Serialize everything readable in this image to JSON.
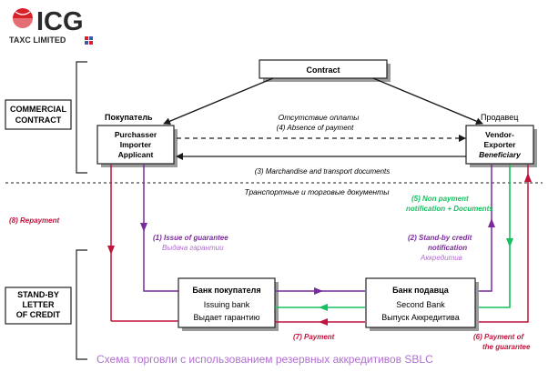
{
  "logo": {
    "name": "ICG",
    "sub": "TAXC LIMITED"
  },
  "left_labels": {
    "commercial": [
      "COMMERCIAL",
      "CONTRACT"
    ],
    "standby": [
      "STAND-BY",
      "LETTER",
      "OF CREDIT"
    ]
  },
  "contract": "Contract",
  "buyer": {
    "ru": "Покупатель",
    "lines": [
      "Purchasser",
      "Importer",
      "Applicant"
    ]
  },
  "seller": {
    "ru": "Продавец",
    "lines": [
      "Vendor-",
      "Exporter",
      "Beneficiary"
    ]
  },
  "issuing_bank": {
    "lines": [
      "Банк покупателя",
      "Issuing bank",
      "Выдает гарантию"
    ]
  },
  "second_bank": {
    "lines": [
      "Банк подавца",
      "Second Bank",
      "Выпуск Аккредитива"
    ]
  },
  "flows": {
    "absence_ru": "Отсутствие оплаты",
    "absence_en": "(4) Absence of payment",
    "docs_en": "(3) Marchandise and  transport documents",
    "docs_ru": "Транспортные и торговые документы",
    "repayment": "(8) Repayment",
    "issue_en": "(1) Issue of guarantee",
    "issue_ru": "Выдача гарантии",
    "nonpay_1": "(5) Non payment",
    "nonpay_2": "notification + Documents",
    "standby_1": "(2) Stand-by credit",
    "standby_2": "notification",
    "standby_ru": "Аккредитив",
    "payment7": "(7) Payment",
    "payment6_1": "(6) Payment  of",
    "payment6_2": "the guarantee"
  },
  "caption": "Схема торговли с использованием резервных аккредитивов SBLC",
  "colors": {
    "red": "#c0143c",
    "purple": "#7a2a9a",
    "green": "#16c060",
    "dark": "#1a1a1a",
    "caption": "#b070d0"
  }
}
